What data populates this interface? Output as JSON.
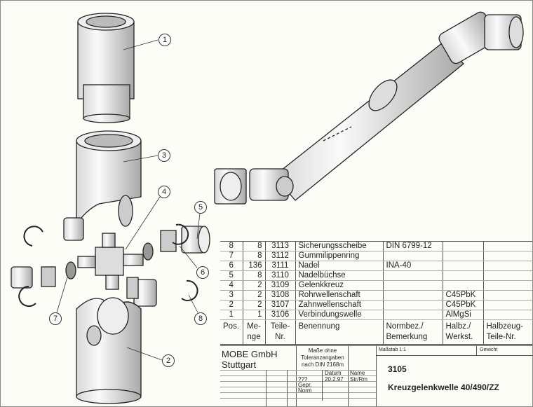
{
  "callouts": [
    "1",
    "2",
    "3",
    "4",
    "5",
    "6",
    "7",
    "8"
  ],
  "parts_table": {
    "rows": [
      {
        "pos": "8",
        "menge": "8",
        "teile_nr": "3113",
        "benennung": "Sicherungsscheibe",
        "normbez": "DIN 6799-12",
        "werkst": "",
        "halbzeug": ""
      },
      {
        "pos": "7",
        "menge": "8",
        "teile_nr": "3112",
        "benennung": "Gummilippenring",
        "normbez": "",
        "werkst": "",
        "halbzeug": ""
      },
      {
        "pos": "6",
        "menge": "136",
        "teile_nr": "3111",
        "benennung": "Nadel",
        "normbez": "INA-40",
        "werkst": "",
        "halbzeug": ""
      },
      {
        "pos": "5",
        "menge": "8",
        "teile_nr": "3110",
        "benennung": "Nadelbüchse",
        "normbez": "",
        "werkst": "",
        "halbzeug": ""
      },
      {
        "pos": "4",
        "menge": "2",
        "teile_nr": "3109",
        "benennung": "Gelenkkreuz",
        "normbez": "",
        "werkst": "",
        "halbzeug": ""
      },
      {
        "pos": "3",
        "menge": "2",
        "teile_nr": "3108",
        "benennung": "Rohrwellenschaft",
        "normbez": "",
        "werkst": "C45PbK",
        "halbzeug": ""
      },
      {
        "pos": "2",
        "menge": "2",
        "teile_nr": "3107",
        "benennung": "Zahnwellenschaft",
        "normbez": "",
        "werkst": "C45PbK",
        "halbzeug": ""
      },
      {
        "pos": "1",
        "menge": "1",
        "teile_nr": "3106",
        "benennung": "Verbindungswelle",
        "normbez": "",
        "werkst": "AlMgSi",
        "halbzeug": ""
      }
    ],
    "headers": {
      "pos": "Pos.",
      "menge_1": "Me-",
      "menge_2": "nge",
      "teile_1": "Teile-",
      "teile_2": "Nr.",
      "benennung": "Benennung",
      "normbez_1": "Normbez./",
      "normbez_2": "Bemerkung",
      "werkst_1": "Halbz./",
      "werkst_2": "Werkst.",
      "halbzeug_1": "Halbzeug-",
      "halbzeug_2": "Teile-Nr."
    }
  },
  "title_block": {
    "company_1": "MOBE GmbH",
    "company_2": "Stuttgart",
    "tolerance_1": "Maße ohne",
    "tolerance_2": "Toleranzangaben",
    "tolerance_3": "nach DIN 2168m",
    "datum_label": "Datum",
    "name_label": "Name",
    "row_bearb": "???",
    "date": "20.2.97",
    "name": "Str/Rm",
    "gepr": "Gepr.",
    "norm": "Norm",
    "scale": "Maßstab 1:1",
    "weight": "Gewicht",
    "drawing_number": "3105",
    "title": "Kreuzgelenkwelle 40/490/ZZ"
  }
}
